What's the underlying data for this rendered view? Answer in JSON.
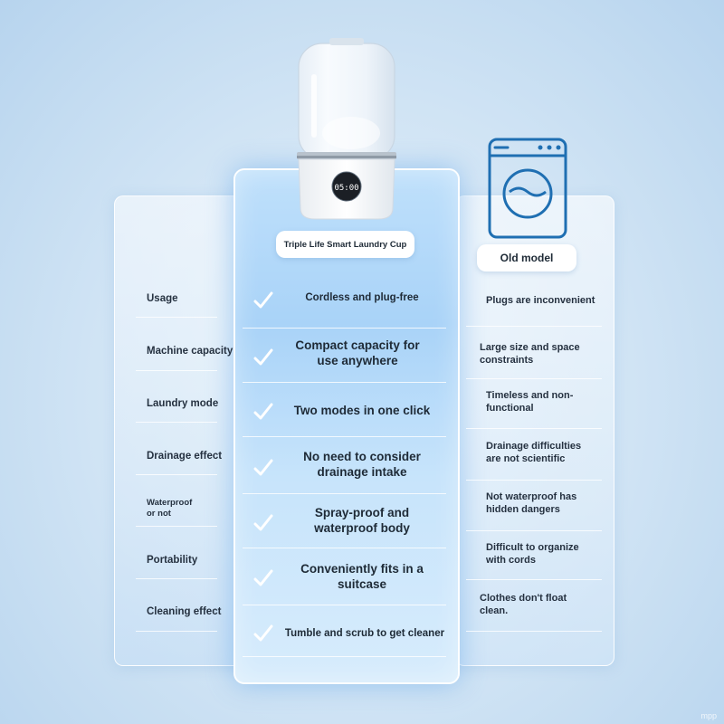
{
  "product": {
    "pill_label": "Triple Life Smart Laundry Cup",
    "display_text": "05:00"
  },
  "old_model": {
    "pill_label": "Old model"
  },
  "rows": [
    {
      "label": "Usage",
      "new": "Cordless and plug-free",
      "old": "Plugs are inconvenient"
    },
    {
      "label": "Machine capacity",
      "new": "Compact capacity for use anywhere",
      "old": "Large size and space constraints"
    },
    {
      "label": "Laundry mode",
      "new": "Two modes in one click",
      "old": "Timeless and non-functional"
    },
    {
      "label": "Drainage effect",
      "new": "No need to consider drainage intake",
      "old": "Drainage difficulties are not scientific"
    },
    {
      "label": "Waterproof or not",
      "new": "Spray-proof and waterproof body",
      "old": "Not waterproof has hidden dangers"
    },
    {
      "label": "Portability",
      "new": "Conveniently fits in a suitcase",
      "old": "Difficult to organize with cords"
    },
    {
      "label": "Cleaning effect",
      "new": "Tumble and scrub to get cleaner",
      "old": "Clothes don't float clean."
    }
  ],
  "icons": {
    "check": "checkmark-icon",
    "washer": "washing-machine-icon"
  },
  "colors": {
    "accent": "#1f6fb2",
    "check": "#ffffff",
    "text": "#1e2a36"
  },
  "watermark": "mpp"
}
